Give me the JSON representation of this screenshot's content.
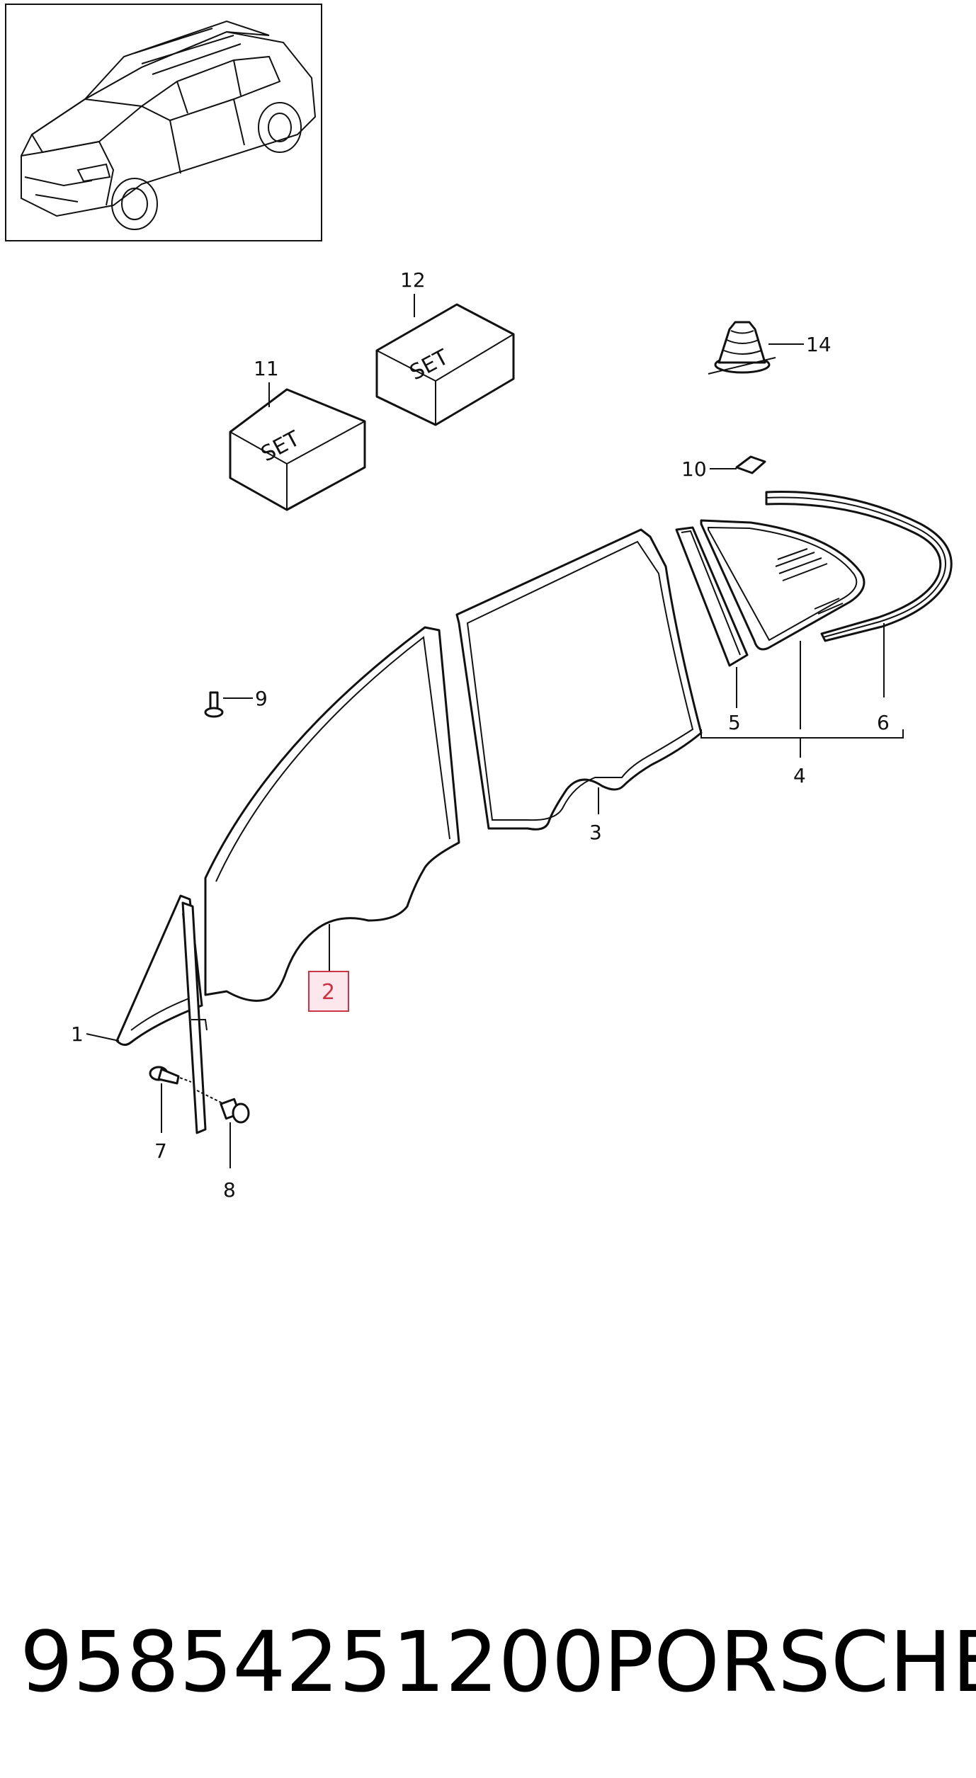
{
  "callouts": {
    "c1": "1",
    "c2": "2",
    "c3": "3",
    "c4": "4",
    "c5": "5",
    "c6": "6",
    "c7": "7",
    "c8": "8",
    "c9": "9",
    "c10": "10",
    "c11": "11",
    "c12": "12",
    "c14": "14"
  },
  "set_boxes": {
    "box11_label": "SET",
    "box12_label": "SET"
  },
  "highlight": {
    "item": "2",
    "color": "#cc3344"
  },
  "caption": {
    "part_number": "95854251200",
    "brand": "PORSCHE"
  }
}
